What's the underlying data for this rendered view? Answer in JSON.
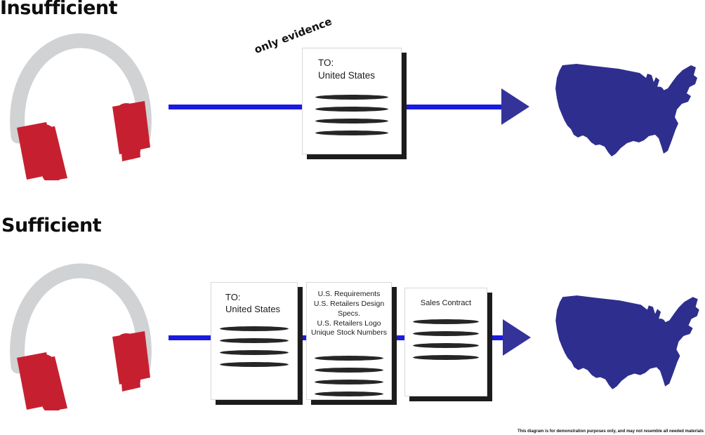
{
  "sections": [
    {
      "id": "insufficient",
      "heading": "Insufficient"
    },
    {
      "id": "sufficient",
      "heading": "Sufficient"
    }
  ],
  "annotations": {
    "only_evidence": "only evidence"
  },
  "documents": {
    "insufficient_doc": {
      "name": "shipping-document",
      "line1": "TO:",
      "line2": "United States",
      "body_line_count": 4
    },
    "to_united_states": {
      "name": "shipping-document",
      "line1": "TO:",
      "line2": "United States",
      "body_line_count": 4
    },
    "requirements": {
      "name": "requirements-document",
      "items": [
        "U.S. Requirements",
        "U.S. Retailers Design Specs.",
        "U.S. Retailers Logo",
        "Unique Stock Numbers"
      ],
      "body_line_count": 4
    },
    "sales_contract": {
      "name": "sales-contract-document",
      "title": "Sales Contract",
      "body_line_count": 4
    }
  },
  "graphics": {
    "headphones": {
      "label": "headphones-product",
      "band_color": "#d0d2d4",
      "earcup_color": "#c62030"
    },
    "us_map": {
      "label": "united-states-map",
      "fill_color": "#2e2e8f"
    },
    "arrow": {
      "label": "flow-arrow",
      "line_color": "#1a1ae0",
      "head_color": "#33339a"
    }
  },
  "footnote": "This diagram is for demonstration purposes only, and may not resemble all needed materials",
  "colors": {
    "heading_text": "#0d0d0d",
    "document_background": "#ffffff",
    "document_shadow": "#1c1c1c",
    "document_line": "#262626",
    "canvas_background": "#ffffff"
  }
}
